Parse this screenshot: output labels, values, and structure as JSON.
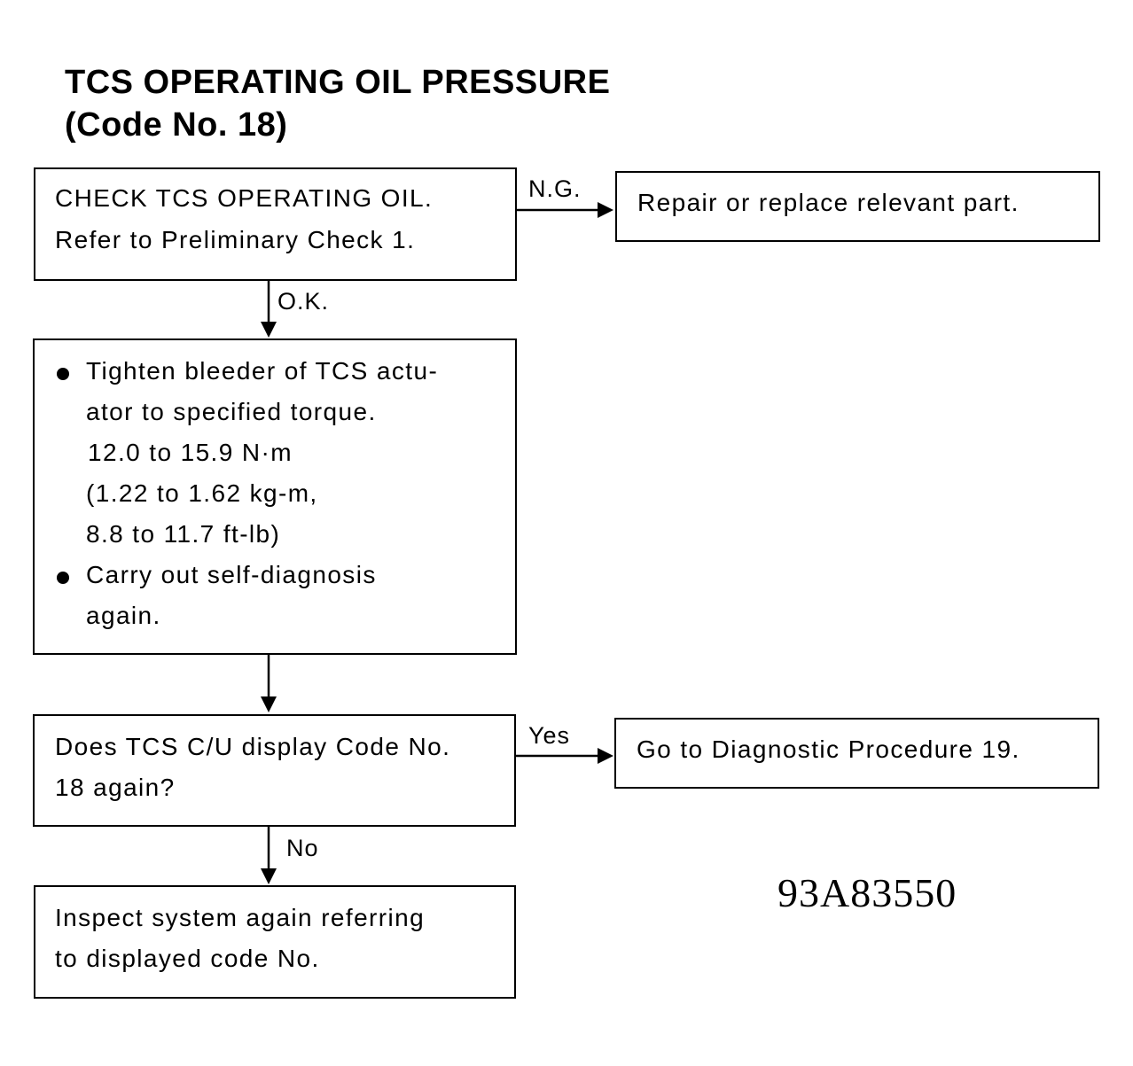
{
  "title": {
    "line1": "TCS OPERATING OIL PRESSURE",
    "line2": "(Code No. 18)"
  },
  "steps": {
    "check_oil": {
      "line1": "CHECK TCS OPERATING OIL.",
      "line2": "Refer to Preliminary Check 1."
    },
    "repair": {
      "line1": "Repair or replace relevant part."
    },
    "tighten": {
      "bullet1_line1": "Tighten bleeder of TCS actu-",
      "bullet1_line2": "ator to specified torque.",
      "spec_line1": "12.0 to 15.9 N·m",
      "spec_line2": "(1.22 to 1.62 kg-m,",
      "spec_line3": "8.8 to 11.7 ft-lb)",
      "bullet2_line1": "Carry out self-diagnosis",
      "bullet2_line2": "again."
    },
    "question": {
      "line1": "Does TCS C/U display Code No.",
      "line2": "18 again?"
    },
    "go_to": {
      "line1": "Go to Diagnostic Procedure 19."
    },
    "inspect": {
      "line1": "Inspect system again referring",
      "line2": "to displayed code No."
    }
  },
  "labels": {
    "ng": "N.G.",
    "ok": "O.K.",
    "yes": "Yes",
    "no": "No"
  },
  "figure_id": "93A83550"
}
